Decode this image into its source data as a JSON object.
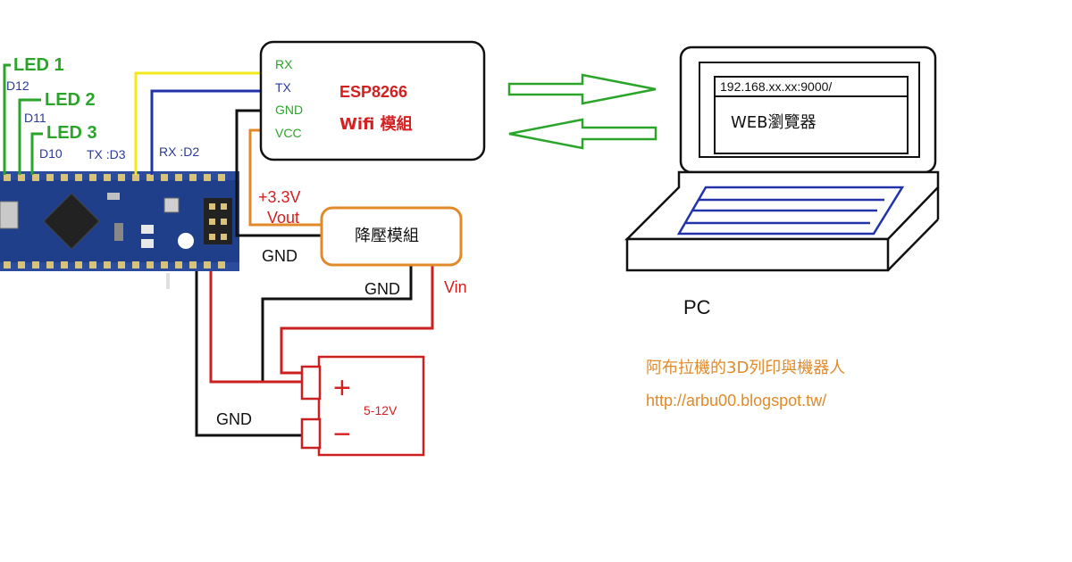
{
  "leds": [
    {
      "label": "LED 1",
      "pin": "D12"
    },
    {
      "label": "LED 2",
      "pin": "D11"
    },
    {
      "label": "LED 3",
      "pin": "D10"
    }
  ],
  "arduino_pins": {
    "tx": "TX :D3",
    "rx": "RX :D2"
  },
  "esp_module": {
    "pins": [
      "RX",
      "TX",
      "GND",
      "VCC"
    ],
    "name": "ESP8266",
    "subtitle": "Wifi 模組"
  },
  "regulator": {
    "name": "降壓模組",
    "out_voltage": "+3.3V",
    "out_label": "Vout",
    "gnd_left": "GND",
    "gnd_bottom": "GND",
    "vin": "Vin"
  },
  "battery": {
    "plus": "+",
    "minus": "−",
    "voltage": "5-12V",
    "gnd": "GND"
  },
  "laptop": {
    "url": "192.168.xx.xx:9000/",
    "browser": "WEB瀏覽器",
    "caption": "PC"
  },
  "credit": {
    "title": "阿布拉機的3D列印與機器人",
    "url": "http://arbu00.blogspot.tw/"
  },
  "colors": {
    "yellow_wire": "#f2e81a",
    "blue_wire": "#2233aa",
    "black_wire": "#111111",
    "red_wire": "#cc1f1f",
    "orange_wire": "#e08a2a",
    "arrow_green": "#2aa52a",
    "board_blue": "#1f3f8a"
  }
}
